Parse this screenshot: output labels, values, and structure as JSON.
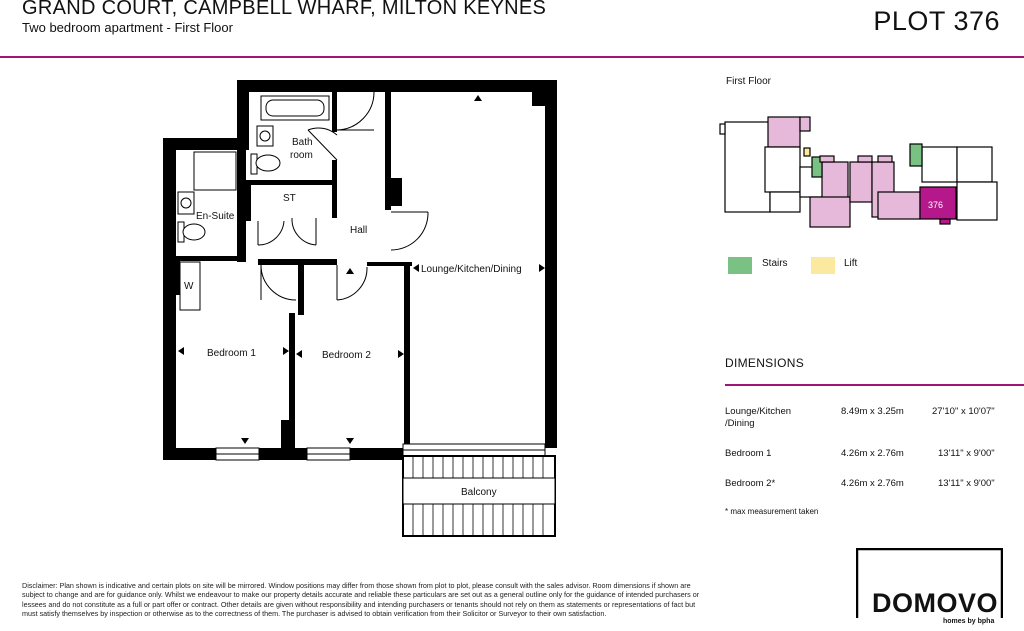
{
  "header": {
    "development": "GRAND COURT, CAMPBELL WHARF, MILTON KEYNES",
    "subtitle": "Two bedroom apartment - First Floor",
    "plot": "PLOT 376"
  },
  "colors": {
    "accent": "#a0157a",
    "apartment_pink": "#e6b8d9",
    "highlight_plot": "#b5188a",
    "stairs_green": "#7ac283",
    "lift_yellow": "#fbe9a0",
    "wall": "#000000"
  },
  "floorplan": {
    "rooms": {
      "bathroom_line1": "Bath",
      "bathroom_line2": "room",
      "store": "ST",
      "ensuite": "En-Suite",
      "hall": "Hall",
      "wardrobe": "W",
      "bedroom1": "Bedroom 1",
      "bedroom2": "Bedroom 2",
      "lounge": "Lounge/Kitchen/Dining",
      "balcony": "Balcony"
    }
  },
  "keyplan": {
    "title": "First Floor",
    "highlight_label": "376",
    "legend": [
      {
        "label": "Stairs",
        "color": "#7ac283"
      },
      {
        "label": "Lift",
        "color": "#fbe9a0"
      }
    ]
  },
  "dimensions": {
    "heading": "DIMENSIONS",
    "rows": [
      {
        "room_line1": "Lounge/Kitchen",
        "room_line2": "/Dining",
        "metric": "8.49m x 3.25m",
        "imperial": "27'10\" x 10'07\""
      },
      {
        "room_line1": "Bedroom 1",
        "room_line2": "",
        "metric": "4.26m x 2.76m",
        "imperial": "13'11\" x 9'00\""
      },
      {
        "room_line1": "Bedroom 2*",
        "room_line2": "",
        "metric": "4.26m x 2.76m",
        "imperial": "13'11\" x 9'00\""
      }
    ],
    "note": "* max measurement taken"
  },
  "disclaimer": "Disclaimer: Plan shown is indicative and certain plots on site will be mirrored. Window positions may differ from those shown from plot to plot, please consult with the sales advisor. Room dimensions if shown are subject to change and are for guidance only. Whilst we endeavour to make our property details accurate and reliable these particulars are set out as a general outline only for the guidance of intended purchasers or lessees and do not constitute as a full or part offer or contract. Other details are given without responsibility and intending purchasers or tenants should not rely on them as statements or representations of fact but must satisfy themselves by inspection or otherwise as to the correctness of them. The purchaser is advised to obtain verification from their Solicitor or Surveyor to their own satisfaction.",
  "logo": {
    "wordmark": "DOMOVO",
    "tagline": "homes by bpha"
  }
}
